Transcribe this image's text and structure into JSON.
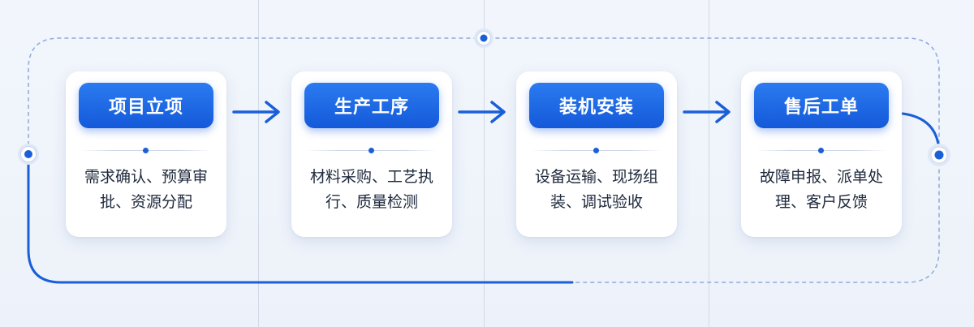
{
  "steps": [
    {
      "title": "项目立项",
      "line1": "需求确认、预算审",
      "line2": "批、资源分配"
    },
    {
      "title": "生产工序",
      "line1": "材料采购、工艺执",
      "line2": "行、质量检测"
    },
    {
      "title": "装机安装",
      "line1": "设备运输、现场组",
      "line2": "装、调试验收"
    },
    {
      "title": "售后工单",
      "line1": "故障申报、派单处",
      "line2": "理、客户反馈"
    }
  ],
  "colors": {
    "accent": "#1a5fd8",
    "dashed": "#8fa9d6",
    "card": "#ffffff",
    "background": "#eff3fa"
  }
}
